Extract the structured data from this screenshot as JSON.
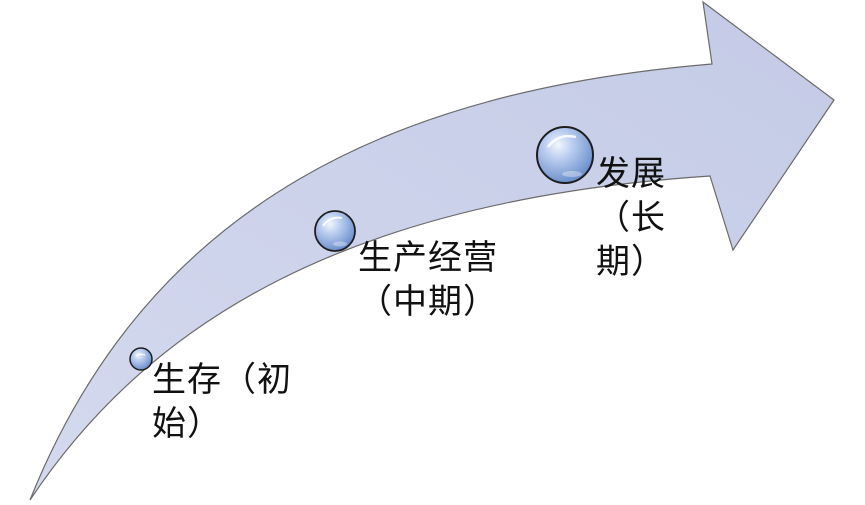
{
  "diagram": {
    "colors": {
      "arrow_fill": "#c9cfe6",
      "arrow_stroke": "#6b6b6b",
      "bubble_fill": "#6f96d4",
      "bubble_highlight": "#e8f0ff",
      "bubble_stroke": "#1e1e1e"
    },
    "stages": [
      {
        "label": "生存（初始）",
        "bubble": "small-circle"
      },
      {
        "label": "生产经营（中期）",
        "bubble": "medium-circle"
      },
      {
        "label": "发展（长期）",
        "bubble": "large-circle"
      }
    ]
  }
}
